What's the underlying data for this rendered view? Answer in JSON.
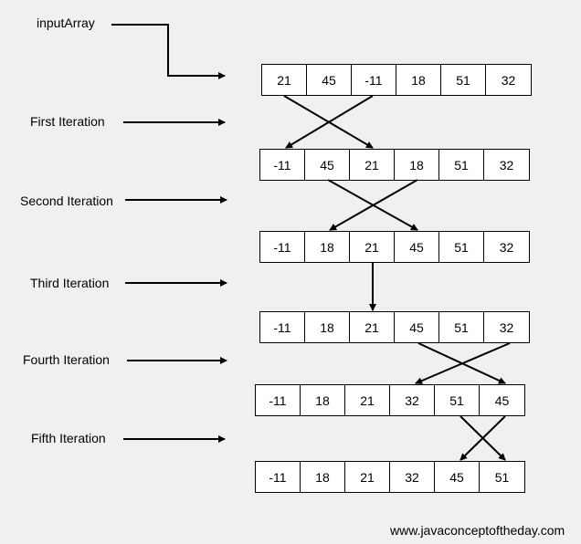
{
  "labels": {
    "input": "inputArray",
    "iter1": "First Iteration",
    "iter2": "Second Iteration",
    "iter3": "Third Iteration",
    "iter4": "Fourth Iteration",
    "iter5": "Fifth Iteration"
  },
  "arrays": [
    [
      "21",
      "45",
      "-11",
      "18",
      "51",
      "32"
    ],
    [
      "-11",
      "45",
      "21",
      "18",
      "51",
      "32"
    ],
    [
      "-11",
      "18",
      "21",
      "45",
      "51",
      "32"
    ],
    [
      "-11",
      "18",
      "21",
      "45",
      "51",
      "32"
    ],
    [
      "-11",
      "18",
      "21",
      "32",
      "51",
      "45"
    ],
    [
      "-11",
      "18",
      "21",
      "32",
      "45",
      "51"
    ]
  ],
  "footer": "www.javaconceptoftheday.com"
}
